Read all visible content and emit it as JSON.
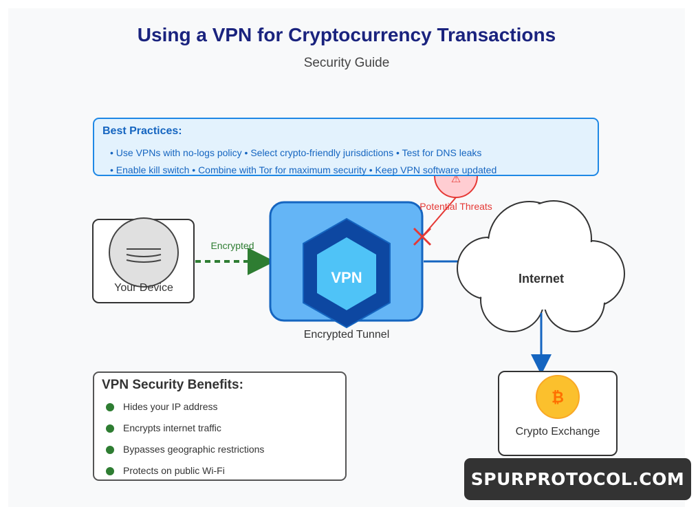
{
  "header": {
    "title": "Using a VPN for Cryptocurrency Transactions",
    "subtitle": "Security Guide"
  },
  "best_practices": {
    "title": "Best Practices:",
    "lines": [
      "• Use VPNs with no-logs policy • Select crypto-friendly jurisdictions • Test for DNS leaks",
      "• Enable kill switch • Combine with Tor for maximum security • Keep VPN software updated"
    ]
  },
  "diagram": {
    "device_label": "Your Device",
    "encrypted_label": "Encrypted",
    "vpn_label": "VPN",
    "tunnel_label": "Encrypted Tunnel",
    "threat_label": "Potential Threats",
    "threat_icon": "warning-icon",
    "internet_label": "Internet",
    "exchange_label": "Crypto Exchange",
    "exchange_icon": "bitcoin-icon",
    "bitcoin_symbol": "₿",
    "warning_symbol": "⚠"
  },
  "benefits": {
    "title": "VPN Security Benefits:",
    "items": [
      "Hides your IP address",
      "Encrypts internet traffic",
      "Bypasses geographic restrictions",
      "Protects on public Wi-Fi"
    ]
  },
  "watermark": {
    "text": "SPURPROTOCOL.COM"
  },
  "colors": {
    "title": "#1a237e",
    "vpn_blue": "#64b5f6",
    "vpn_dark": "#0d47a1",
    "vpn_light": "#4fc3f7",
    "encrypted_green": "#2e7d32",
    "threat_red": "#e53935",
    "bitcoin_gold": "#fbc02d",
    "connector_blue": "#1565c0"
  }
}
